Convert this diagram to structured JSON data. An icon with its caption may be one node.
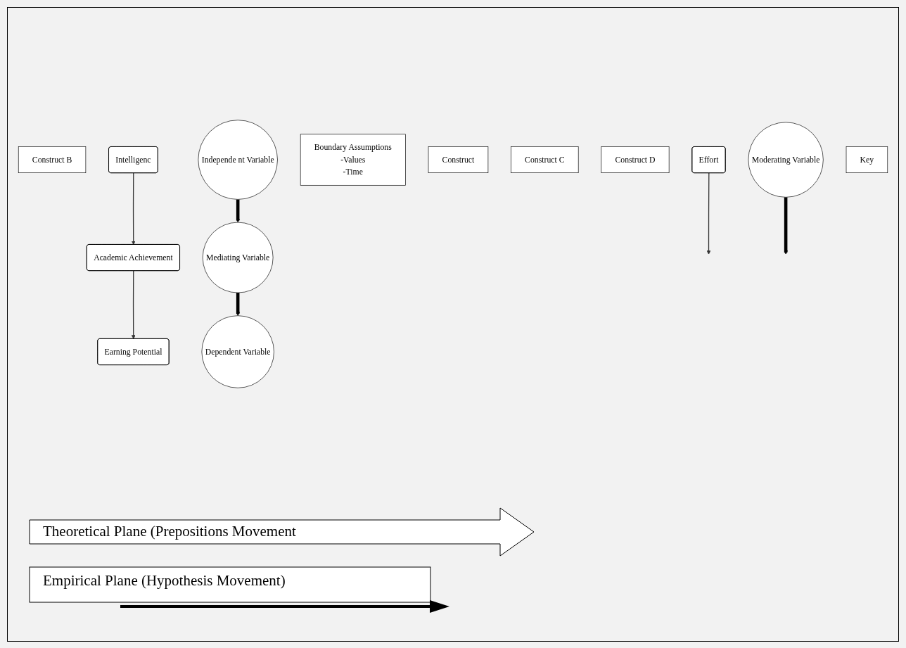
{
  "diagram": {
    "nodes": [
      {
        "text": [
          "Construct B"
        ]
      },
      {
        "text": [
          "Moderating Variable"
        ]
      },
      {
        "text": [
          "Effort"
        ]
      },
      {
        "text": [
          "Boundary Assumptions",
          "-Values",
          "-Time"
        ]
      },
      {
        "text": [
          "Construct"
        ]
      },
      {
        "text": [
          "Construct C"
        ]
      },
      {
        "text": [
          "Construct D"
        ]
      },
      {
        "text": [
          "Intelligenc"
        ]
      },
      {
        "text": [
          "Academic Achievement"
        ]
      },
      {
        "text": [
          "Earning Potential"
        ]
      },
      {
        "text": [
          "Independe nt Variable"
        ]
      },
      {
        "text": [
          "Mediating Variable"
        ]
      },
      {
        "text": [
          "Dependent Variable"
        ]
      },
      {
        "text": [
          "Key"
        ]
      }
    ],
    "edges": [
      {
        "from": 2,
        "to": null,
        "arrow": "to"
      },
      {
        "from": 1,
        "to": null,
        "arrow": "to",
        "style": "thick"
      },
      {
        "from": 7,
        "to": 8,
        "arrow": "to"
      },
      {
        "from": 8,
        "to": 9,
        "arrow": "to"
      },
      {
        "from": 10,
        "to": 11,
        "arrow": "to",
        "style": "thick"
      },
      {
        "from": 11,
        "to": 12,
        "arrow": "to",
        "style": "thick"
      }
    ],
    "legend": [
      {
        "text": "Theoretical Plane (Prepositions Movement"
      },
      {
        "text": "Empirical Plane (Hypothesis Movement)"
      }
    ]
  }
}
